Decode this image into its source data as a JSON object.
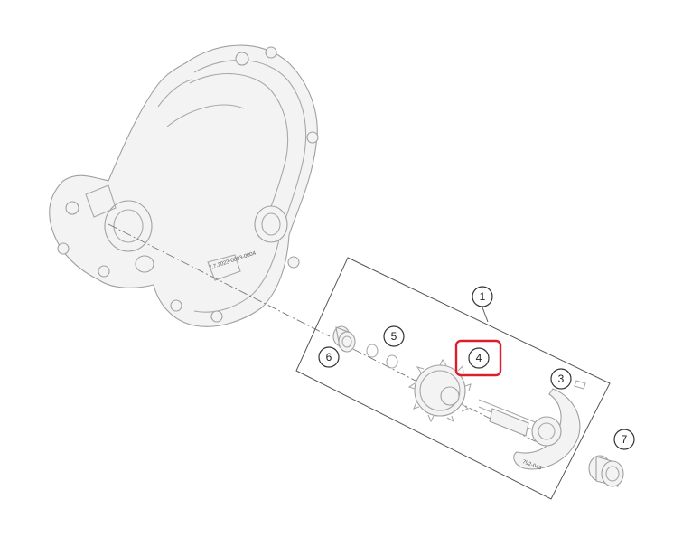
{
  "diagram": {
    "callouts": [
      {
        "id": "1",
        "label": "1"
      },
      {
        "id": "3",
        "label": "3"
      },
      {
        "id": "4",
        "label": "4"
      },
      {
        "id": "5",
        "label": "5"
      },
      {
        "id": "6",
        "label": "6"
      },
      {
        "id": "7",
        "label": "7"
      }
    ],
    "highlighted_callout": "4",
    "colors": {
      "highlight": "#d9202a",
      "line_art": "#a8a8a8",
      "callout_stroke": "#333333"
    },
    "engraved_text": {
      "cover_marking": "7.7.2023-0003-0004",
      "shaft_marking": "792-043"
    }
  }
}
